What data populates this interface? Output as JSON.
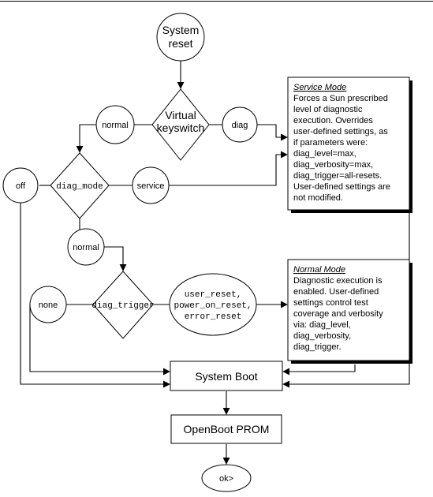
{
  "nodes": {
    "system_reset": [
      "System",
      "reset"
    ],
    "virtual_keyswitch": [
      "Virtual",
      "keyswitch"
    ],
    "normal_1": "normal",
    "diag": "diag",
    "off": "off",
    "diag_mode": "diag_mode",
    "service": "service",
    "normal_2": "normal",
    "diag_trigger": "diag_trigger",
    "none": "none",
    "triggers": [
      "user_reset,",
      "power_on_reset,",
      "error_reset"
    ],
    "system_boot": "System Boot",
    "openboot_prom": "OpenBoot PROM",
    "ok": "ok>"
  },
  "service_mode": {
    "title": "Service Mode",
    "lines": [
      "Forces a Sun prescribed",
      "level of diagnostic",
      "execution.  Overrides",
      "user-defined settings, as",
      "if parameters were:",
      "diag_level=max,",
      "diag_verbosity=max,",
      "diag_trigger=all-resets.",
      "User-defined settings are",
      "not modified."
    ]
  },
  "normal_mode": {
    "title": "Normal Mode",
    "lines": [
      "Diagnostic execution is",
      "enabled.  User-defined",
      "settings control test",
      "coverage and verbosity",
      "via: diag_level,",
      "diag_verbosity,",
      "diag_trigger."
    ]
  }
}
